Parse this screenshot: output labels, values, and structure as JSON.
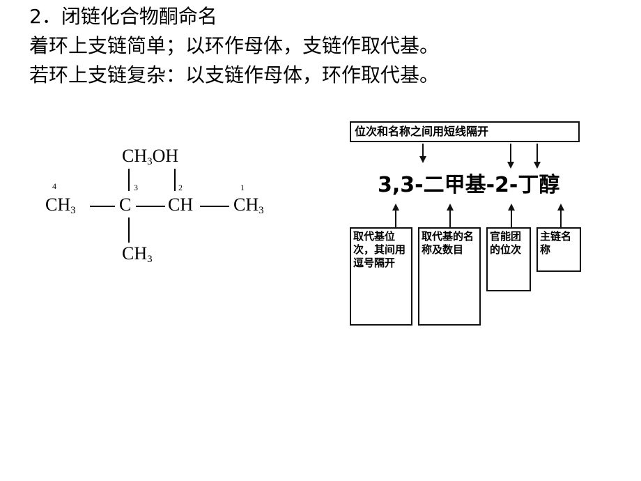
{
  "text": {
    "line1": "2．闭链化合物酮命名",
    "line2": "着环上支链简单；以环作母体，支链作取代基。",
    "line3": "若环上支链复杂：以支链作母体，环作取代基。"
  },
  "structure": {
    "top_group_main": "CH",
    "top_group_sub": "3",
    "top_group_tail": "OH",
    "bottom_group_main": "CH",
    "bottom_group_sub": "3",
    "left_group_main": "CH",
    "left_group_sub": "3",
    "right_group_main": "CH",
    "right_group_sub": "3",
    "atom_c3": "C",
    "atom_c2": "CH",
    "num_4": "4",
    "num_3": "3",
    "num_2": "2",
    "num_1": "1"
  },
  "naming": {
    "top_label": "位次和名称之间用短线隔开",
    "compound_name": "3,3-二甲基-2-丁醇",
    "box_substituent_position": "取代基位次，其间用逗号隔开",
    "box_substituent_name_count": "取代基的名称及数目",
    "box_functional_position": "官能团的位次",
    "box_main_chain": "主链名称"
  }
}
